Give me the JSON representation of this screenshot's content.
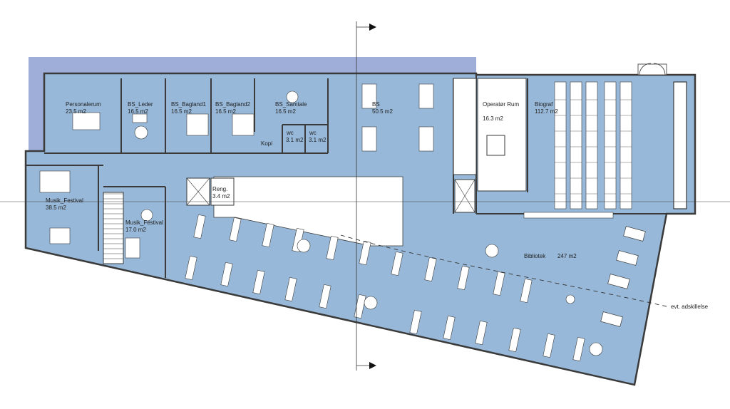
{
  "colors": {
    "room_fill": "#97b8d8",
    "terrace_fill": "#9eaed8",
    "wall": "#3a3a3a",
    "furniture": "#ffffff",
    "circulation": "#ffffff"
  },
  "rooms": [
    {
      "name": "Personalerum",
      "area": "23.5 m2"
    },
    {
      "name": "BS_Leder",
      "area": "16.5 m2"
    },
    {
      "name": "BS_Bagland1",
      "area": "16.5 m2"
    },
    {
      "name": "BS_Bagland2",
      "area": "16.5 m2"
    },
    {
      "name": "BS_Samtale",
      "area": "16.5 m2"
    },
    {
      "name": "BS",
      "area": "50.5 m2"
    },
    {
      "name": "wc",
      "area": "3.1 m2"
    },
    {
      "name": "wc",
      "area": "3.1 m2"
    },
    {
      "name": "Kopi",
      "area": ""
    },
    {
      "name": "Reng.",
      "area": "3.4 m2"
    },
    {
      "name": "Operatør Rum",
      "area": "16.3 m2"
    },
    {
      "name": "Biograf",
      "area": "112.7 m2"
    },
    {
      "name": "Musik_Festival",
      "area": "38.5 m2"
    },
    {
      "name": "Musik_Festival",
      "area": "17.0 m2"
    },
    {
      "name": "Bibliotek",
      "area": "247 m2"
    }
  ],
  "annotations": {
    "divider_note": "evt. adskillelse"
  }
}
